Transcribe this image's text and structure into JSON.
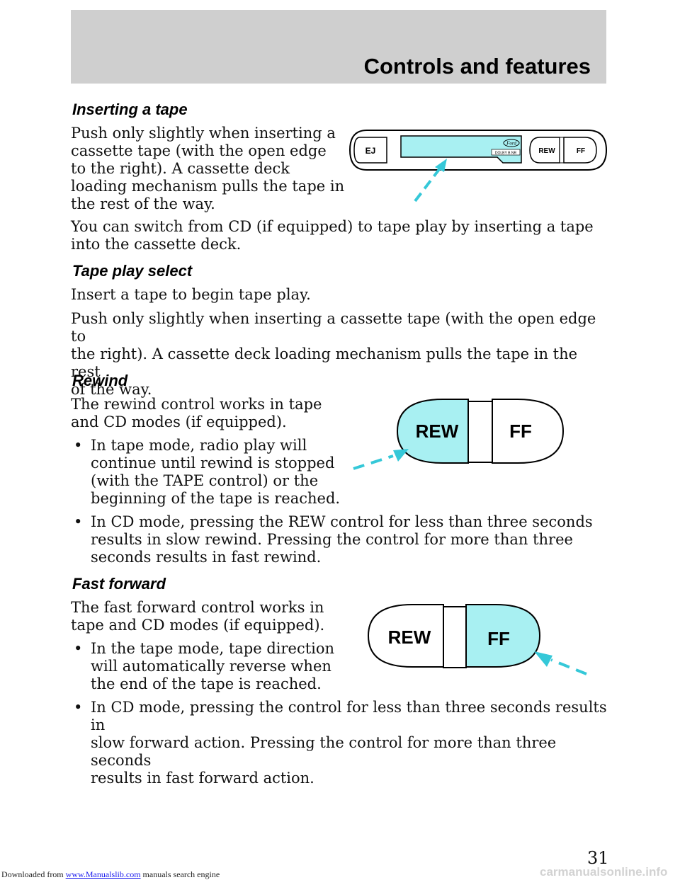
{
  "header": {
    "title": "Controls and features"
  },
  "sections": {
    "inserting": {
      "heading": "Inserting a tape",
      "p1_lines": [
        "Push only slightly when inserting a",
        "cassette tape (with the open edge",
        "to the right). A cassette deck",
        "loading mechanism pulls the tape in",
        "the rest of the way."
      ],
      "p2_lines": [
        "You can switch from CD (if equipped) to tape play by inserting a tape",
        "into the cassette deck."
      ]
    },
    "tape_play": {
      "heading": "Tape play select",
      "p1": "Insert a tape to begin tape play.",
      "p2_lines": [
        "Push only slightly when inserting a cassette tape (with the open edge to",
        "the right). A cassette deck loading mechanism pulls the tape in the rest",
        "of the way."
      ]
    },
    "rewind": {
      "heading": "Rewind",
      "p1_lines": [
        "The rewind control works in tape",
        "and CD modes (if equipped)."
      ],
      "bullet1_lines": [
        "In tape mode, radio play will",
        "continue until rewind is stopped",
        "(with the TAPE control) or the",
        "beginning of the tape is reached."
      ],
      "bullet2_lines": [
        "In CD mode, pressing the REW control for less than three seconds",
        "results in slow rewind. Pressing the control for more than three",
        "seconds results in fast rewind."
      ]
    },
    "fast_forward": {
      "heading": "Fast forward",
      "p1_lines": [
        "The fast forward control works in",
        "tape and CD modes (if equipped)."
      ],
      "bullet1_lines": [
        "In the tape mode, tape direction",
        "will automatically reverse when",
        "the end of the tape is reached."
      ],
      "bullet2_lines": [
        "In CD mode, pressing the control for less than three seconds results in",
        "slow forward action. Pressing the control for more than three seconds",
        "results in fast forward action."
      ]
    }
  },
  "bullet_glyph": "•",
  "figures": {
    "deck": {
      "ej": "EJ",
      "rew": "REW",
      "ff": "FF",
      "brand": "Ford",
      "dolby": "DOLBY B NR"
    },
    "rew_ff": {
      "rew": "REW",
      "ff": "FF"
    }
  },
  "colors": {
    "highlight": "#a8f0f2",
    "arrow": "#35c8d8",
    "header_band": "#cfcfcf"
  },
  "page_number": "31",
  "footer": {
    "prefix": "Downloaded from ",
    "link": "www.Manualslib.com",
    "suffix": " manuals search engine"
  },
  "watermark": "carmanualsonline.info"
}
